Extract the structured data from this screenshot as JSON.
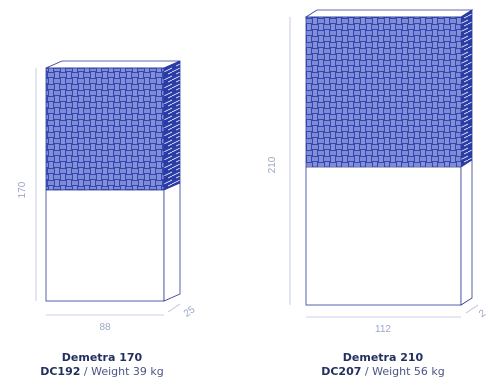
{
  "colors": {
    "line": "#2c3a9a",
    "pattern_fill": "#3347b8",
    "pattern_light": "#ffffff",
    "dimension": "#b8c0dc",
    "text_dark": "#23305f",
    "text_light": "#4a5585"
  },
  "products": [
    {
      "title": "Demetra 170",
      "code": "DC192",
      "weight_text": " / Weight 39 kg",
      "height_label": "170",
      "width_label": "88",
      "depth_label": "25"
    },
    {
      "title": "Demetra 210",
      "code": "DC207",
      "weight_text": " / Weight 56 kg",
      "height_label": "210",
      "width_label": "112",
      "depth_label": "2"
    }
  ]
}
